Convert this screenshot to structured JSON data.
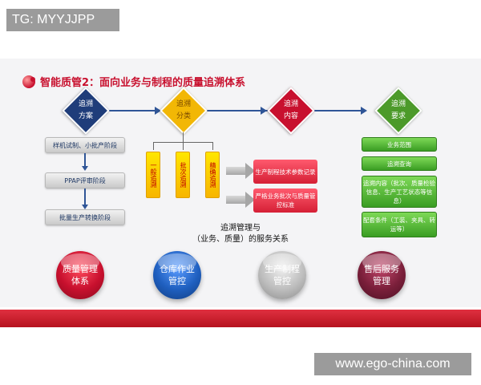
{
  "watermark_top": "TG: MYYJJPP",
  "watermark_bottom": "www.ego-china.com",
  "title": "智能质管2：面向业务与制程的质量追溯体系",
  "diamonds": [
    {
      "line1": "追溯",
      "line2": "方案",
      "color": "#1f3d7a"
    },
    {
      "line1": "追溯",
      "line2": "分类",
      "color": "#f2b705"
    },
    {
      "line1": "追溯",
      "line2": "内容",
      "color": "#c8102e"
    },
    {
      "line1": "追溯",
      "line2": "要求",
      "color": "#4c9a2a"
    }
  ],
  "stages": [
    "样机试制、小批产阶段",
    "PPAP评审阶段",
    "批量生产转换阶段"
  ],
  "categories": [
    "一般追溯",
    "批次追溯",
    "精确追溯"
  ],
  "contents": [
    "生产制程技术参数记录",
    "严格业务批次与质量管控标准"
  ],
  "requirements": [
    "业务范围",
    "追溯查询",
    "追溯内容（批次、质量检验信息、生产工艺状态等信息）",
    "配套条件（工装、夹具、转运等）"
  ],
  "center_label": {
    "line1": "追溯管理与",
    "line2": "（业务、质量）的服务关系"
  },
  "circles": [
    {
      "label": "质量管理体系",
      "color": "#c8102e"
    },
    {
      "label": "仓库作业管控",
      "color": "#1f5fbf"
    },
    {
      "label": "生产制程管控",
      "color": "#9e9e9e"
    },
    {
      "label": "售后服务管理",
      "color": "#7a1f3a"
    }
  ]
}
